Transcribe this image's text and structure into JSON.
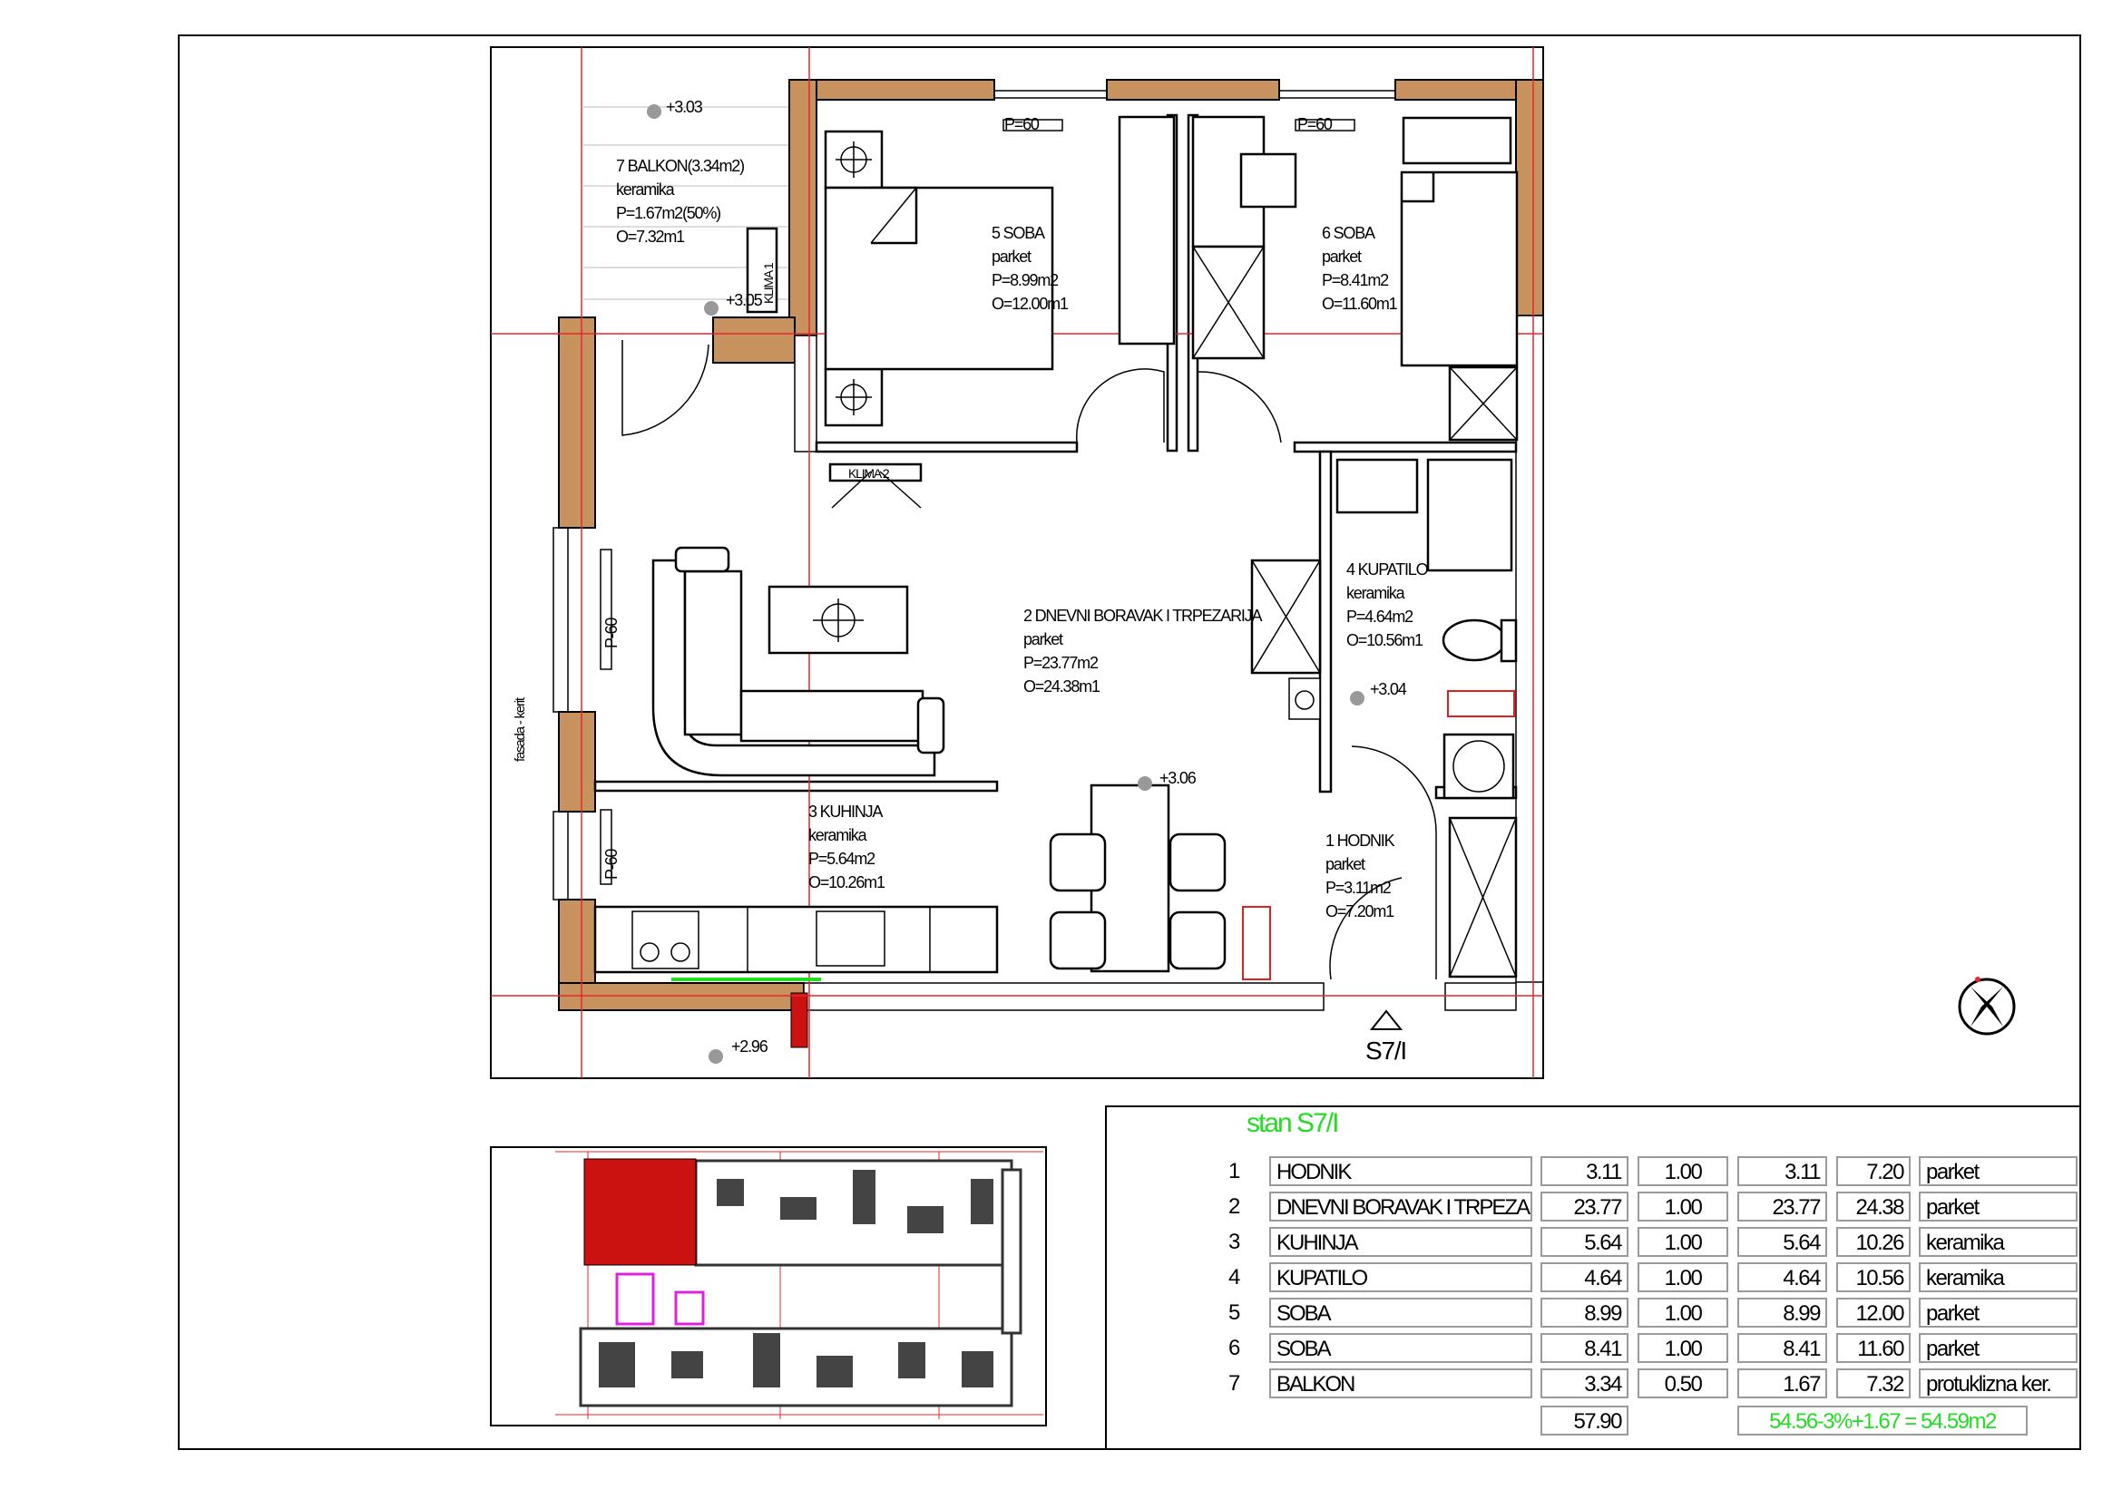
{
  "plan": {
    "rooms": [
      {
        "id": "5",
        "name": "5 SOBA",
        "floor": "parket",
        "area": "P=8.99m2",
        "perimeter": "O=12.00m1"
      },
      {
        "id": "6",
        "name": "6 SOBA",
        "floor": "parket",
        "area": "P=8.41m2",
        "perimeter": "O=11.60m1"
      },
      {
        "id": "2",
        "name": "2 DNEVNI BORAVAK I TRPEZARIJA",
        "floor": "parket",
        "area": "P=23.77m2",
        "perimeter": "O=24.38m1"
      },
      {
        "id": "4",
        "name": "4 KUPATILO",
        "floor": "keramika",
        "area": "P=4.64m2",
        "perimeter": "O=10.56m1"
      },
      {
        "id": "3",
        "name": "3 KUHINJA",
        "floor": "keramika",
        "area": "P=5.64m2",
        "perimeter": "O=10.26m1"
      },
      {
        "id": "1",
        "name": "1 HODNIK",
        "floor": "parket",
        "area": "P=3.11m2",
        "perimeter": "O=7.20m1"
      },
      {
        "id": "7",
        "name": "7 BALKON(3.34m2)",
        "floor": "keramika",
        "area": "P=1.67m2(50%)",
        "perimeter": "O=7.32m1"
      }
    ],
    "elevations": [
      "+3.03",
      "+3.05",
      "+3.04",
      "+3.06",
      "+2.96"
    ],
    "window_labels": [
      "P=60",
      "P=60",
      "P-60",
      "P-60"
    ],
    "klima": [
      "KLIMA 1",
      "KLIMA 2"
    ],
    "facade_note": "fasada - kerit",
    "unit_mark": "S7/I"
  },
  "table": {
    "title": "stan S7/I",
    "rows": [
      {
        "no": "1",
        "name": "HODNIK",
        "area": "3.11",
        "coef": "1.00",
        "net": "3.11",
        "perimeter": "7.20",
        "floor": "parket"
      },
      {
        "no": "2",
        "name": "DNEVNI BORAVAK I TRPEZARIJA",
        "area": "23.77",
        "coef": "1.00",
        "net": "23.77",
        "perimeter": "24.38",
        "floor": "parket"
      },
      {
        "no": "3",
        "name": "KUHINJA",
        "area": "5.64",
        "coef": "1.00",
        "net": "5.64",
        "perimeter": "10.26",
        "floor": "keramika"
      },
      {
        "no": "4",
        "name": "KUPATILO",
        "area": "4.64",
        "coef": "1.00",
        "net": "4.64",
        "perimeter": "10.56",
        "floor": "keramika"
      },
      {
        "no": "5",
        "name": "SOBA",
        "area": "8.99",
        "coef": "1.00",
        "net": "8.99",
        "perimeter": "12.00",
        "floor": "parket"
      },
      {
        "no": "6",
        "name": "SOBA",
        "area": "8.41",
        "coef": "1.00",
        "net": "8.41",
        "perimeter": "11.60",
        "floor": "parket"
      },
      {
        "no": "7",
        "name": "BALKON",
        "area": "3.34",
        "coef": "0.50",
        "net": "1.67",
        "perimeter": "7.32",
        "floor": "protuklizna ker."
      }
    ],
    "total_area": "57.90",
    "final_formula": "54.56-3%+1.67 = 54.59m2"
  },
  "colors": {
    "accent_green": "#22dd22",
    "grid_red": "#e8262b",
    "wall": "#c8925f",
    "highlight": "#cc1111",
    "magenta": "#e020e0"
  }
}
